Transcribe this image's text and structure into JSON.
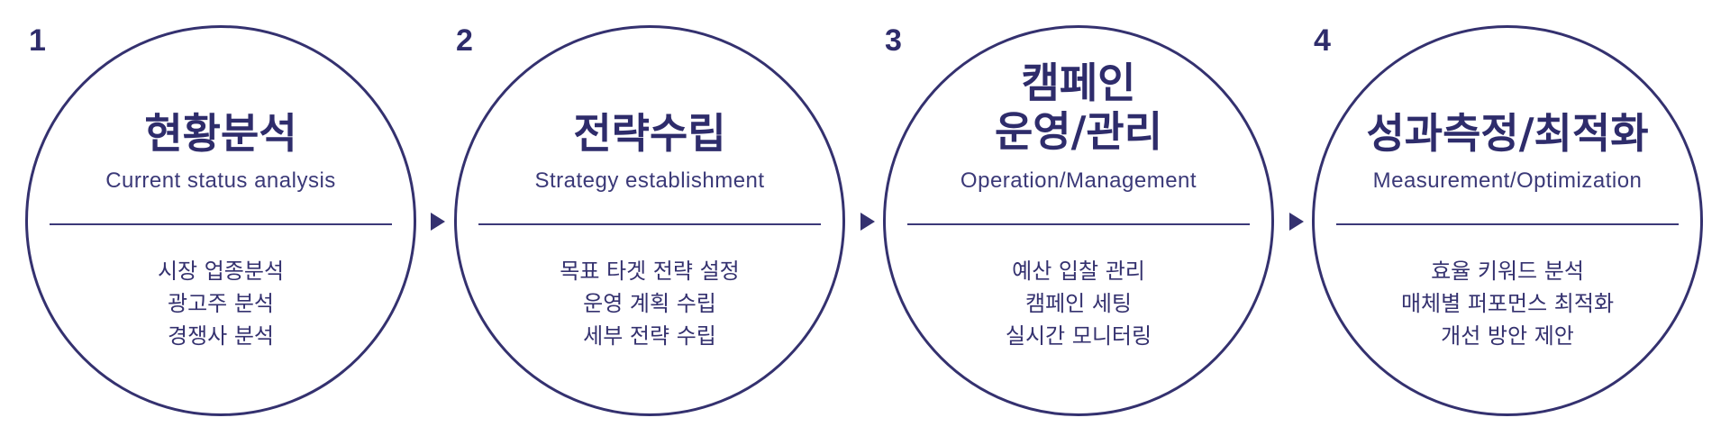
{
  "steps": [
    {
      "number": "1",
      "title": "현황분석",
      "subtitle": "Current status analysis",
      "items": [
        "시장 업종분석",
        "광고주 분석",
        "경쟁사 분석"
      ]
    },
    {
      "number": "2",
      "title": "전략수립",
      "subtitle": "Strategy establishment",
      "items": [
        "목표 타겟 전략 설정",
        "운영 계획 수립",
        "세부 전략 수립"
      ]
    },
    {
      "number": "3",
      "title": "캠페인\n운영/관리",
      "subtitle": "Operation/Management",
      "items": [
        "예산 입찰 관리",
        "캠페인 세팅",
        "실시간 모니터링"
      ]
    },
    {
      "number": "4",
      "title": "성과측정/최적화",
      "subtitle": "Measurement/Optimization",
      "items": [
        "효율 키워드 분석",
        "매체별 퍼포먼스 최적화",
        "개선 방안 제안"
      ]
    }
  ],
  "colors": {
    "accent": "#2e2c6b",
    "stroke": "#34316f"
  },
  "icons": {
    "connector": "triangle-right-arrow-icon"
  }
}
